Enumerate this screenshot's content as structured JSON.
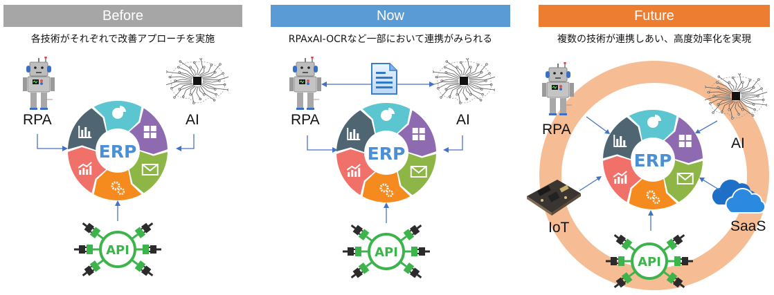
{
  "colors": {
    "before_header": "#a6a6a6",
    "now_header": "#5b9bd5",
    "future_header": "#ed7d31",
    "ring": "#f4b183",
    "arrow": "#4472c4",
    "api_green": "#3cb44b",
    "erp_text": "#4a90d9",
    "seg_teal": "#5bc5d0",
    "seg_purple": "#8e6bb0",
    "seg_green": "#8db646",
    "seg_orange": "#f58a1f",
    "seg_red": "#f0706a",
    "seg_slate": "#4f6572"
  },
  "panels": [
    {
      "id": "before",
      "header": "Before",
      "subtitle": "各技術がそれぞれで改善アプローチを実施",
      "labels": {
        "rpa": "RPA",
        "ai": "AI"
      },
      "hub": "ERP",
      "api": "API"
    },
    {
      "id": "now",
      "header": "Now",
      "subtitle": "RPAxAI-OCRなど一部において連携がみられる",
      "labels": {
        "rpa": "RPA",
        "ai": "AI"
      },
      "hub": "ERP",
      "api": "API"
    },
    {
      "id": "future",
      "header": "Future",
      "subtitle": "複数の技術が連携しあい、高度効率化を実現",
      "labels": {
        "rpa": "RPA",
        "ai": "AI",
        "iot": "IoT",
        "saas": "SaaS"
      },
      "hub": "ERP",
      "api": "API"
    }
  ],
  "icons": {
    "robot": "robot-icon",
    "brain": "ai-brain-circuit-icon",
    "document": "document-icon",
    "cloud": "cloud-icon",
    "board": "iot-circuit-board-icon",
    "erp_segments": [
      "pie-chart-icon",
      "calculator-icon",
      "mail-icon",
      "gears-icon",
      "trend-chart-icon",
      "bar-chart-icon"
    ]
  }
}
